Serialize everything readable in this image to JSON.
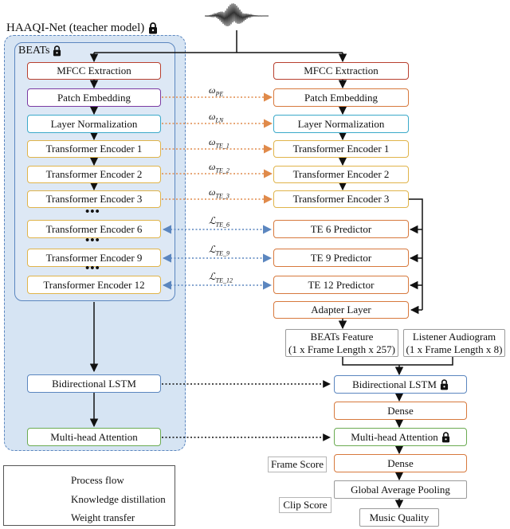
{
  "title": "HAAQI-Net (teacher model)",
  "beats_label": "BEATs",
  "teacher": {
    "mfcc": "MFCC Extraction",
    "patch": "Patch Embedding",
    "layernorm": "Layer Normalization",
    "te1": "Transformer Encoder 1",
    "te2": "Transformer Encoder 2",
    "te3": "Transformer Encoder 3",
    "te6": "Transformer Encoder 6",
    "te9": "Transformer Encoder 9",
    "te12": "Transformer Encoder 12",
    "dots": "•••",
    "bilstm": "Bidirectional LSTM",
    "mha": "Multi-head Attention"
  },
  "student": {
    "mfcc": "MFCC Extraction",
    "patch": "Patch Embedding",
    "layernorm": "Layer Normalization",
    "te1": "Transformer Encoder 1",
    "te2": "Transformer Encoder 2",
    "te3": "Transformer Encoder 3",
    "te6p": "TE 6 Predictor",
    "te9p": "TE 9 Predictor",
    "te12p": "TE 12 Predictor",
    "adapter": "Adapter Layer",
    "beats_feature_1": "BEATs Feature",
    "beats_feature_2": "(1 x Frame Length x 257)",
    "audiogram_1": "Listener Audiogram",
    "audiogram_2": "(1 x Frame Length x 8)",
    "bilstm": "Bidirectional LSTM",
    "dense1": "Dense",
    "mha": "Multi-head Attention",
    "dense2": "Dense",
    "gap": "Global Average Pooling",
    "music_quality": "Music Quality",
    "frame_score": "Frame Score",
    "clip_score": "Clip Score"
  },
  "labels": {
    "omega": "ω",
    "pe": "PE",
    "ln": "LN",
    "te1": "TE_1",
    "te2": "TE_2",
    "te3": "TE_3",
    "loss": "ℒ",
    "te6": "TE_6",
    "te9": "TE_9",
    "te12": "TE_12"
  },
  "legend": {
    "process": "Process flow",
    "kd": "Knowledge distillation",
    "wt": "Weight transfer"
  },
  "colors": {
    "mfcc": "#b8402f",
    "patch": "#7a3aa3",
    "layernorm": "#3aa9c9",
    "encoder": "#e0b44a",
    "predictor": "#d7793d",
    "bilstm": "#5b86bf",
    "attention": "#6bab52",
    "kd_arrow": "#5b86bf",
    "wt_arrow": "#e08a4a"
  },
  "icons": {
    "waveform": "waveform-icon",
    "lock": "lock-icon"
  }
}
